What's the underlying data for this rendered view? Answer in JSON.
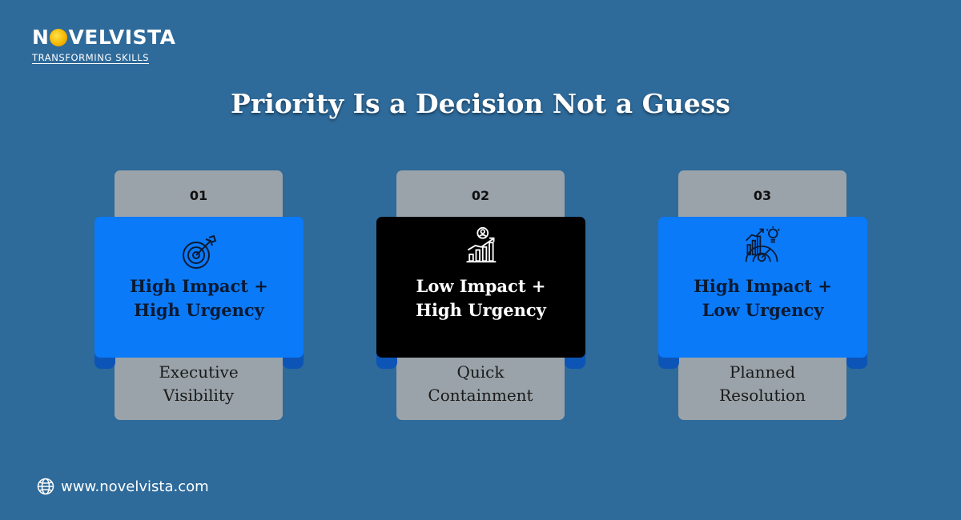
{
  "brand": {
    "name_before": "N",
    "name_after": "VELVISTA",
    "tagline": "TRANSFORMING SKILLS"
  },
  "title": "Priority Is a Decision Not a Guess",
  "cards": [
    {
      "number": "01",
      "heading_line1": "High Impact +",
      "heading_line2": "High Urgency",
      "desc_line1": "Executive",
      "desc_line2": "Visibility",
      "icon": "target-icon",
      "band_color": "#0a7af8"
    },
    {
      "number": "02",
      "heading_line1": "Low Impact +",
      "heading_line2": "High Urgency",
      "desc_line1": "Quick",
      "desc_line2": "Containment",
      "icon": "growth-chart-icon",
      "band_color": "#000000"
    },
    {
      "number": "03",
      "heading_line1": "High Impact +",
      "heading_line2": "Low Urgency",
      "desc_line1": "Planned",
      "desc_line2": "Resolution",
      "icon": "gauge-lightbulb-icon",
      "band_color": "#0a7af8"
    }
  ],
  "footer": {
    "url": "www.novelvista.com",
    "icon": "globe-icon"
  },
  "colors": {
    "background": "#2e6a9a",
    "accent_blue": "#0a7af8",
    "tab_grey": "#9aa3a9",
    "fold_blue": "#0c55b6"
  }
}
